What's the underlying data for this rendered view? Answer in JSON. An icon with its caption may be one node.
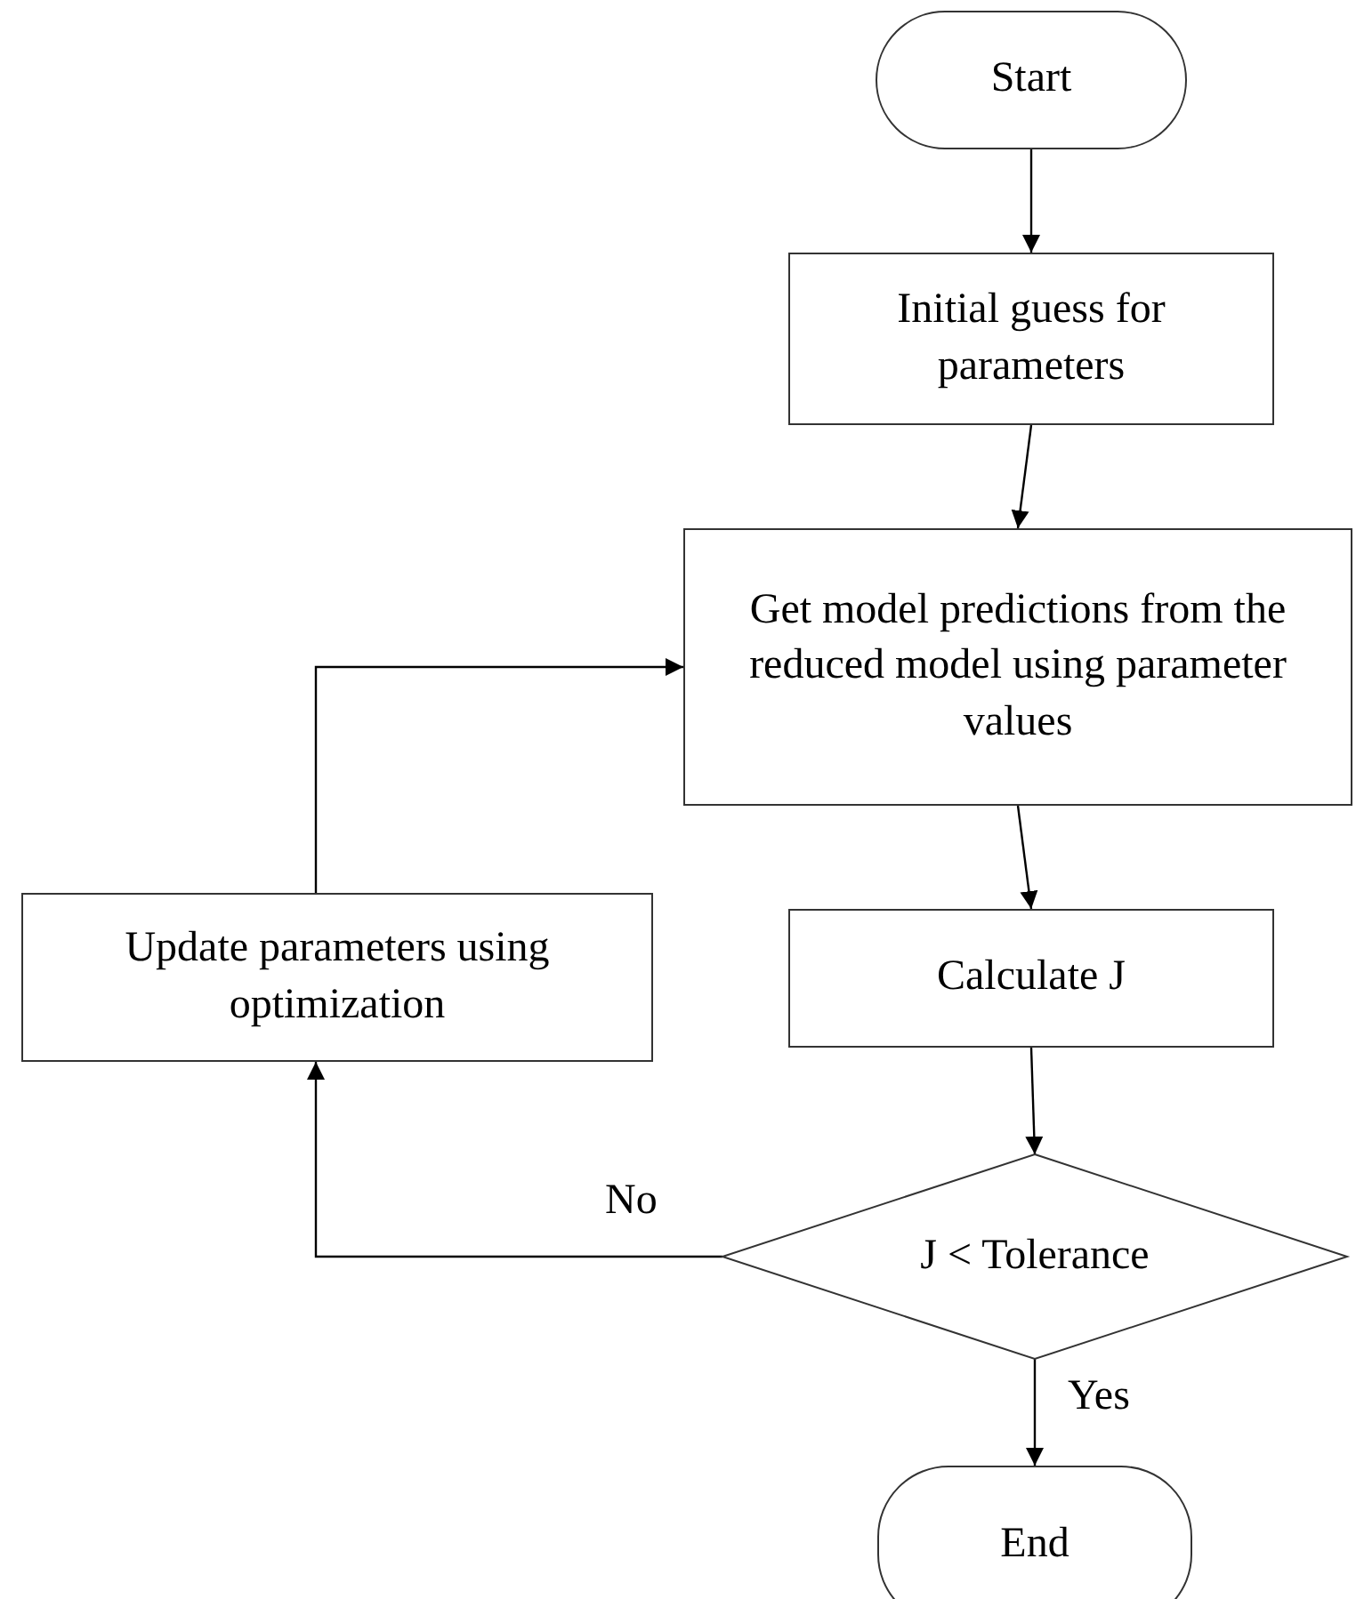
{
  "diagram": {
    "nodes": [
      {
        "text": [
          "Start"
        ]
      },
      {
        "text": [
          "Initial guess for parameters"
        ]
      },
      {
        "text": [
          "Get model predictions from the reduced model using parameter values"
        ]
      },
      {
        "text": [
          "Update parameters using optimization"
        ]
      },
      {
        "text": [
          "Calculate J"
        ]
      },
      {
        "text": [
          "J < Tolerance"
        ]
      },
      {
        "text": [
          "End"
        ]
      }
    ],
    "edges": [
      {
        "from": 0,
        "to": 1,
        "arrow": "to"
      },
      {
        "from": 1,
        "to": 2,
        "arrow": "to"
      },
      {
        "from": 2,
        "to": 4,
        "arrow": "to"
      },
      {
        "from": 4,
        "to": 5,
        "arrow": "to"
      },
      {
        "from": 5,
        "to": 3,
        "label": "No",
        "arrow": "to"
      },
      {
        "from": 3,
        "to": 2,
        "arrow": "to"
      },
      {
        "from": 5,
        "to": 6,
        "label": "Yes",
        "arrow": "to"
      }
    ]
  }
}
